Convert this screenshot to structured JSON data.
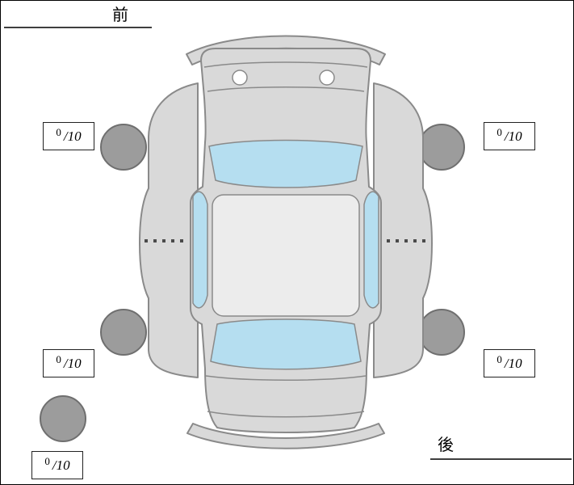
{
  "labels": {
    "front": "前",
    "rear": "後"
  },
  "scores": {
    "front_left": {
      "value": "0",
      "max": "/10"
    },
    "front_right": {
      "value": "0",
      "max": "/10"
    },
    "rear_left": {
      "value": "0",
      "max": "/10"
    },
    "rear_right": {
      "value": "0",
      "max": "/10"
    },
    "spare": {
      "value": "0",
      "max": "/10"
    }
  },
  "colors": {
    "body": "#d9d9d9",
    "cabin": "#ececec",
    "glass": "#b5def0",
    "tire": "#9c9c9c",
    "tire_outline": "#6f6f6f",
    "outline": "#8a8a8a",
    "seam": "#4a4a4a",
    "line": "#3f3f3f"
  }
}
